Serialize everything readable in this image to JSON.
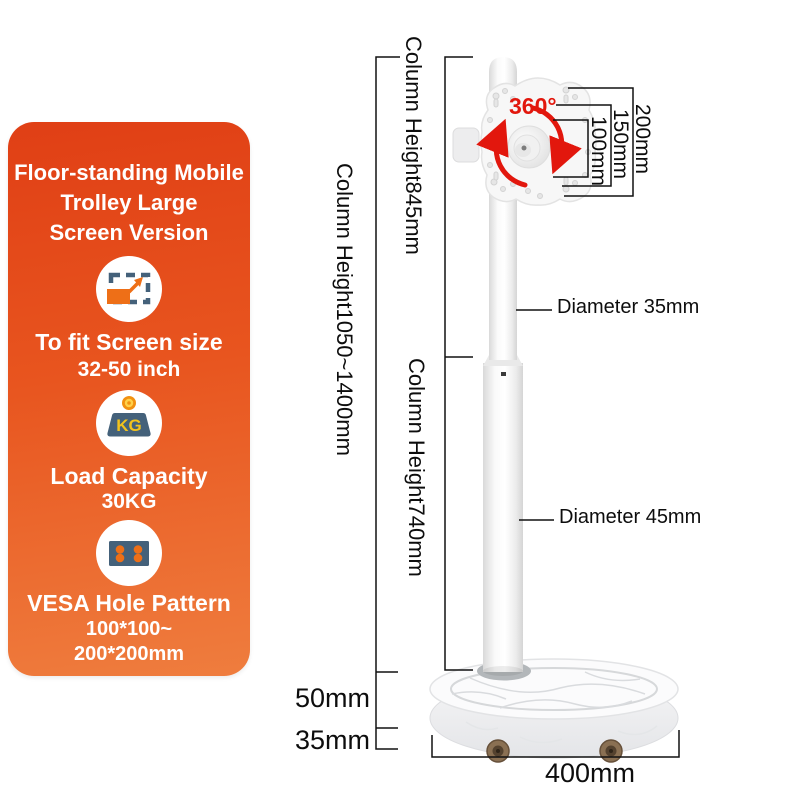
{
  "panel": {
    "title_lines": [
      "Floor-standing Mobile",
      "Trolley Large",
      "Screen Version"
    ],
    "features": [
      {
        "icon": "screen-size-icon",
        "title": "To fit Screen size",
        "lines": [
          "32-50 inch"
        ]
      },
      {
        "icon": "load-capacity-icon",
        "icon_text": "KG",
        "title": "Load Capacity",
        "lines": [
          "30KG"
        ]
      },
      {
        "icon": "vesa-pattern-icon",
        "title": "VESA Hole Pattern",
        "lines": [
          "100*100~",
          "200*200mm"
        ]
      }
    ],
    "colors": {
      "gradient_top": "#e03f15",
      "gradient_bottom": "#ef7d3e",
      "icon_slate": "#44617a",
      "icon_orange": "#ee6f17",
      "kg_yellow": "#f2c21c",
      "text": "#ffffff"
    }
  },
  "diagram": {
    "labels": {
      "column_total": "Column Height1050~1400mm",
      "column_upper": "Column Height845mm",
      "column_lower": "Column Height740mm",
      "rotation": "360°",
      "vesa_200": "200mm",
      "vesa_150": "150mm",
      "vesa_100": "100mm",
      "diameter_upper": "Diameter 35mm",
      "diameter_lower": "Diameter 45mm",
      "base_height": "50mm",
      "wheel_height": "35mm",
      "base_width": "400mm"
    },
    "colors": {
      "dimension_line": "#111111",
      "rotation_red": "#e2170d",
      "pole_white": "#f7f7f7",
      "base_marble": "#fbfbfc",
      "wheel_brass": "#8a7053"
    }
  }
}
